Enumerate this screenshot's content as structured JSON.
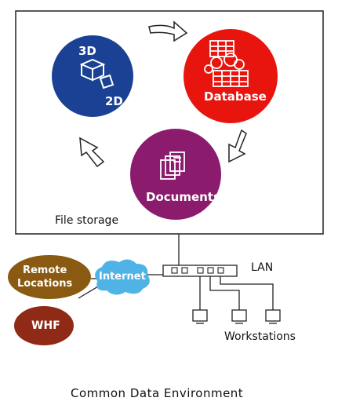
{
  "storage_box": {
    "label": "File storage"
  },
  "nodes": {
    "cad": {
      "label_top": "3D",
      "label_bottom": "2D",
      "color": "#1a4194"
    },
    "database": {
      "label": "Database",
      "color": "#e8150f"
    },
    "documents": {
      "label": "Documents",
      "color": "#8a1b6d"
    }
  },
  "network": {
    "internet": {
      "label": "Internet",
      "color": "#4fb3e6"
    },
    "remote": {
      "label": "Remote\nLocations",
      "color": "#8b5a12"
    },
    "whf": {
      "label": "WHF",
      "color": "#8f2a16"
    },
    "lan": {
      "label": "LAN"
    },
    "workstations": {
      "label": "Workstations"
    }
  },
  "caption": "Common Data Environment"
}
